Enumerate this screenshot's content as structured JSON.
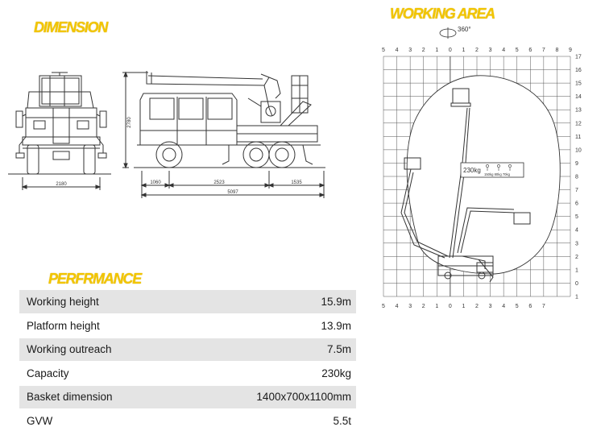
{
  "headings": {
    "dimension": "DIMENSION",
    "working_area": "WORKING AREA",
    "performance": "PERFRMANCE"
  },
  "dimension": {
    "front_width": "2180",
    "height": "2780",
    "front_overhang": "1060",
    "wheelbase": "2523",
    "rear_overhang": "1535",
    "overall_length": "5097"
  },
  "working_area": {
    "rotation": "360°",
    "x_axis_labels": [
      "5",
      "4",
      "3",
      "2",
      "1",
      "0",
      "1",
      "2",
      "3",
      "4",
      "5",
      "6",
      "7",
      "8",
      "9"
    ],
    "y_axis_labels": [
      "17",
      "16",
      "15",
      "14",
      "13",
      "12",
      "11",
      "10",
      "9",
      "8",
      "7",
      "6",
      "5",
      "4",
      "3",
      "2",
      "1",
      "0",
      "1"
    ],
    "capacity_label": "230kg",
    "load_split": "150kg  80kg  70kg"
  },
  "performance": {
    "rows": [
      {
        "label": "Working height",
        "value": "15.9m"
      },
      {
        "label": "Platform height",
        "value": "13.9m"
      },
      {
        "label": "Working outreach",
        "value": "7.5m"
      },
      {
        "label": "Capacity",
        "value": "230kg"
      },
      {
        "label": "Basket dimension",
        "value": "1400x700x1100mm"
      },
      {
        "label": "GVW",
        "value": "5.5t"
      }
    ]
  },
  "colors": {
    "heading": "#f2c500",
    "row_shade": "#e4e4e4",
    "line": "#333333"
  }
}
